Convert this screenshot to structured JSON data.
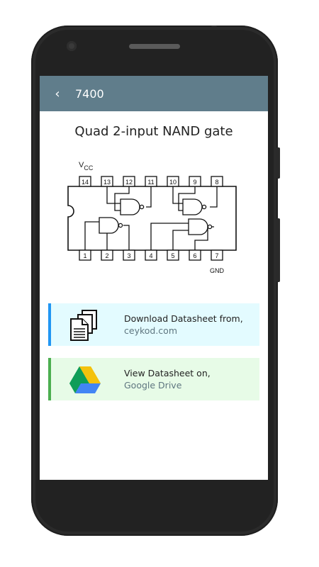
{
  "app_bar": {
    "back_glyph": "‹",
    "title": "7400"
  },
  "chip": {
    "description": "Quad 2-input NAND gate",
    "vcc_label": "V",
    "vcc_sub": "CC",
    "gnd_label": "GND",
    "top_pins": [
      "14",
      "13",
      "12",
      "11",
      "10",
      "9",
      "8"
    ],
    "bottom_pins": [
      "1",
      "2",
      "3",
      "4",
      "5",
      "6",
      "7"
    ]
  },
  "cards": [
    {
      "line1": "Download Datasheet from,",
      "line2": "ceykod.com",
      "icon": "documents-icon",
      "accent": "#2196f3",
      "background": "#e3fbff"
    },
    {
      "line1": "View Datasheet on,",
      "line2": "Google Drive",
      "icon": "google-drive-icon",
      "accent": "#4caf50",
      "background": "#e7fbe7"
    }
  ],
  "colors": {
    "app_bar": "#607d8b",
    "phone_body": "#2b2b2b"
  }
}
